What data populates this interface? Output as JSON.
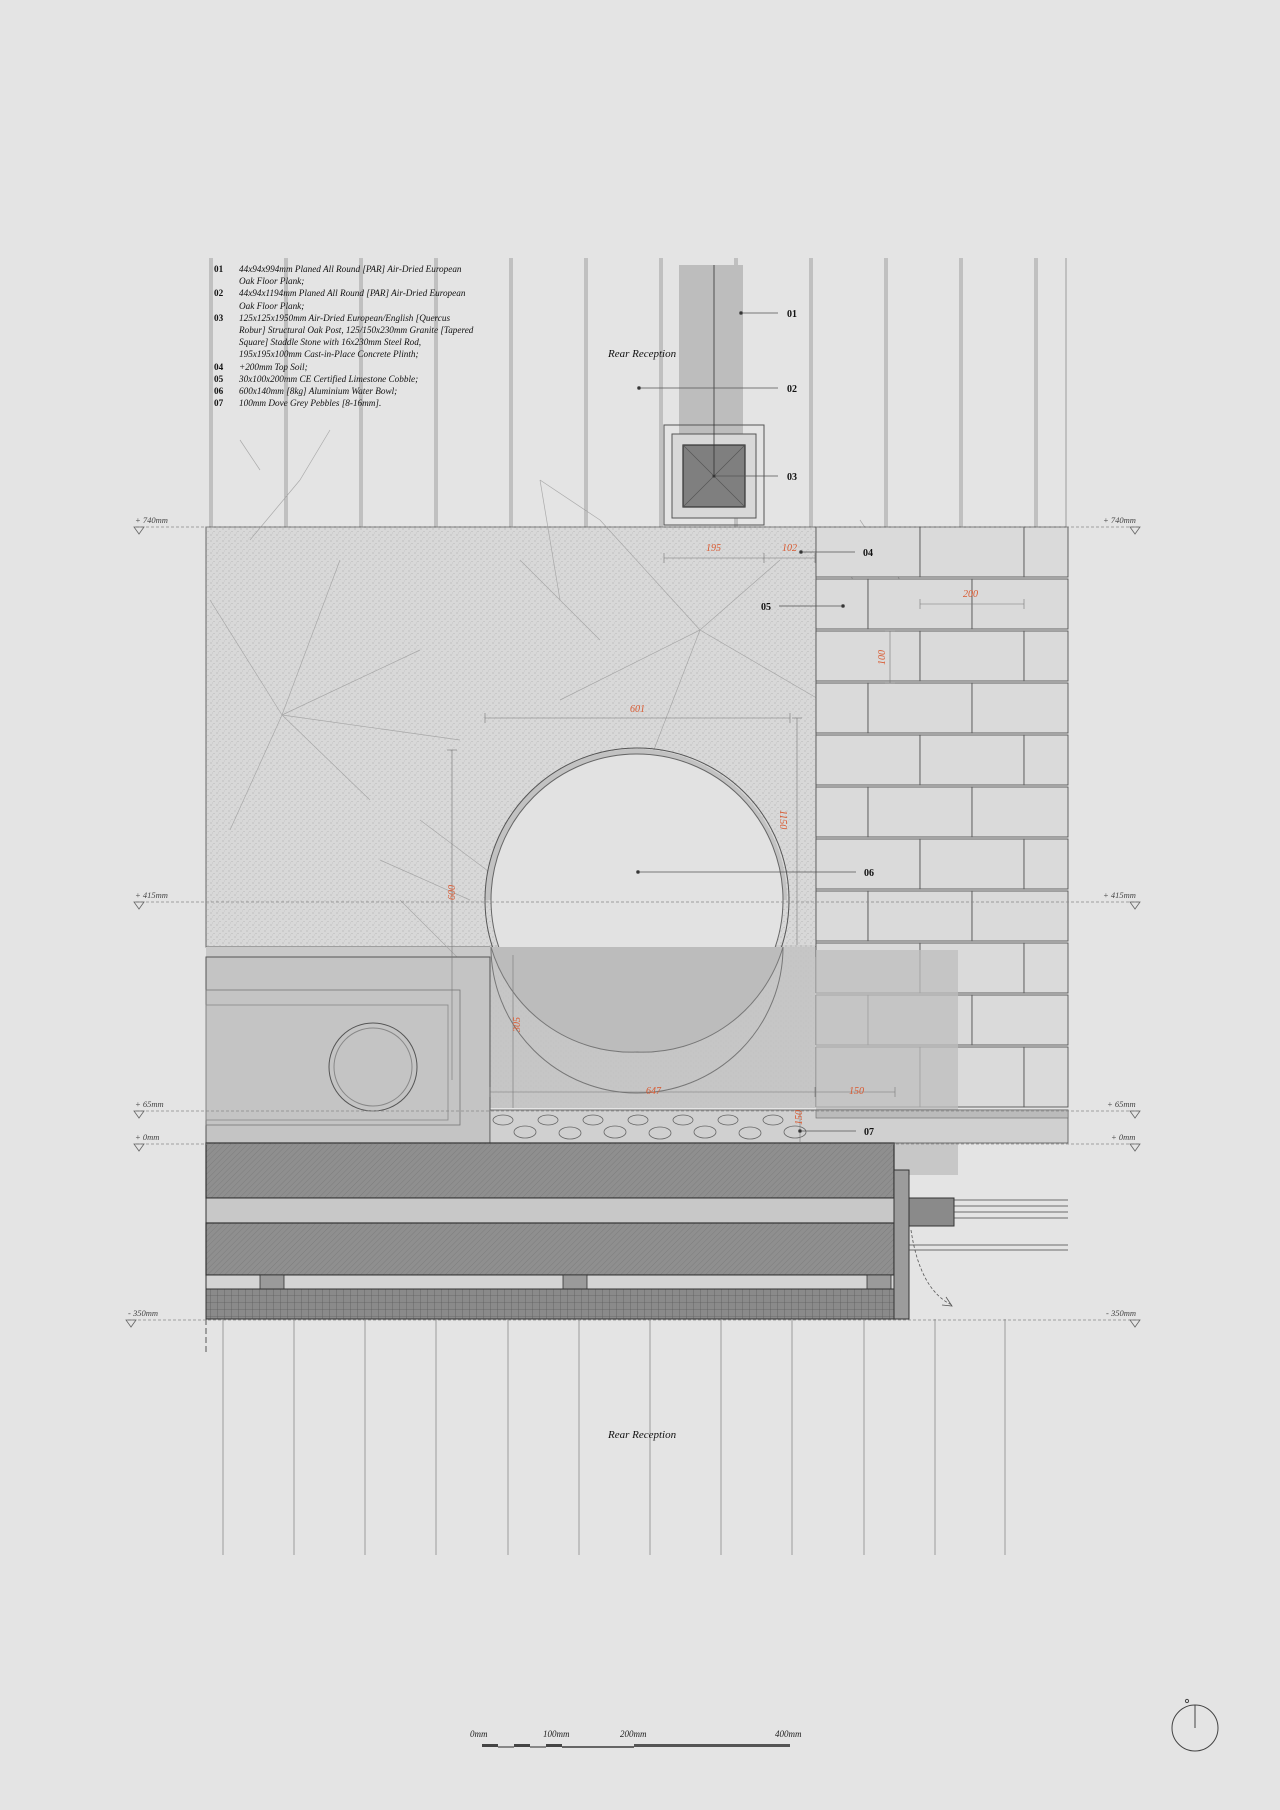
{
  "legend": [
    {
      "num": "01",
      "text": "44x94x994mm Planed All Round [PAR] Air-Dried European Oak Floor Plank;"
    },
    {
      "num": "02",
      "text": "44x94x1194mm Planed All Round [PAR] Air-Dried European Oak Floor Plank;"
    },
    {
      "num": "03",
      "text": "125x125x1950mm Air-Dried European/English [Quercus Robur] Structural Oak Post, 125/150x230mm Granite [Tapered Square] Staddle Stone with 16x230mm Steel Rod, 195x195x100mm Cast-in-Place Concrete Plinth;"
    },
    {
      "num": "04",
      "text": "+200mm Top Soil;"
    },
    {
      "num": "05",
      "text": "30x100x200mm CE Certified Limestone Cobble;"
    },
    {
      "num": "06",
      "text": "600x140mm [8kg] Aluminium Water Bowl;"
    },
    {
      "num": "07",
      "text": "100mm Dove Grey Pebbles [8-16mm]."
    }
  ],
  "room_labels": {
    "top": "Rear Reception",
    "bottom": "Rear Reception"
  },
  "callouts": [
    "01",
    "02",
    "03",
    "04",
    "05",
    "06",
    "07"
  ],
  "levels": {
    "l740": "+ 740mm",
    "l415": "+ 415mm",
    "l65": "+ 65mm",
    "l0": "+ 0mm",
    "lm350": "- 350mm"
  },
  "dimensions": {
    "d195": "195",
    "d102": "102",
    "d200": "200",
    "d100": "100",
    "d601": "601",
    "d1150": "1150",
    "d600": "600",
    "d305": "305",
    "d647": "647",
    "d150": "150",
    "d150b": "150"
  },
  "scale_bar": {
    "s0": "0mm",
    "s100": "100mm",
    "s200": "200mm",
    "s400": "400mm"
  },
  "colors": {
    "dimension": "#d9582f",
    "ink": "#222222",
    "paper": "#e4e4e4"
  }
}
